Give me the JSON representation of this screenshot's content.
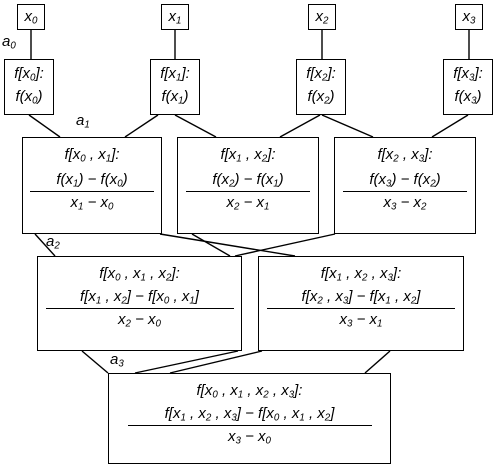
{
  "inputs": [
    "x0",
    "x1",
    "x2",
    "x3"
  ],
  "level0": [
    {
      "top": "f[x0]:",
      "bottom": "f(x0)"
    },
    {
      "top": "f[x1]:",
      "bottom": "f(x1)"
    },
    {
      "top": "f[x2]:",
      "bottom": "f(x2)"
    },
    {
      "top": "f[x3]:",
      "bottom": "f(x3)"
    }
  ],
  "level1": [
    {
      "head": "f[x0 , x1]:",
      "num": "f(x1) − f(x0)",
      "den": "x1 − x0"
    },
    {
      "head": "f[x1 , x2]:",
      "num": "f(x2) − f(x1)",
      "den": "x2 − x1"
    },
    {
      "head": "f[x2 , x3]:",
      "num": "f(x3) − f(x2)",
      "den": "x3 − x2"
    }
  ],
  "level2": [
    {
      "head": "f[x0 , x1 , x2]:",
      "num": "f[x1 , x2] − f[x0 , x1]",
      "den": "x2 − x0"
    },
    {
      "head": "f[x1 , x2 , x3]:",
      "num": "f[x2 , x3] − f[x1 , x2]",
      "den": "x3 − x1"
    }
  ],
  "level3": [
    {
      "head": "f[x0 , x1 , x2 , x3]:",
      "num": "f[x1 , x2 , x3] − f[x0 , x1 , x2]",
      "den": "x3 − x0"
    }
  ],
  "labels": [
    "a0",
    "a1",
    "a2",
    "a3"
  ]
}
